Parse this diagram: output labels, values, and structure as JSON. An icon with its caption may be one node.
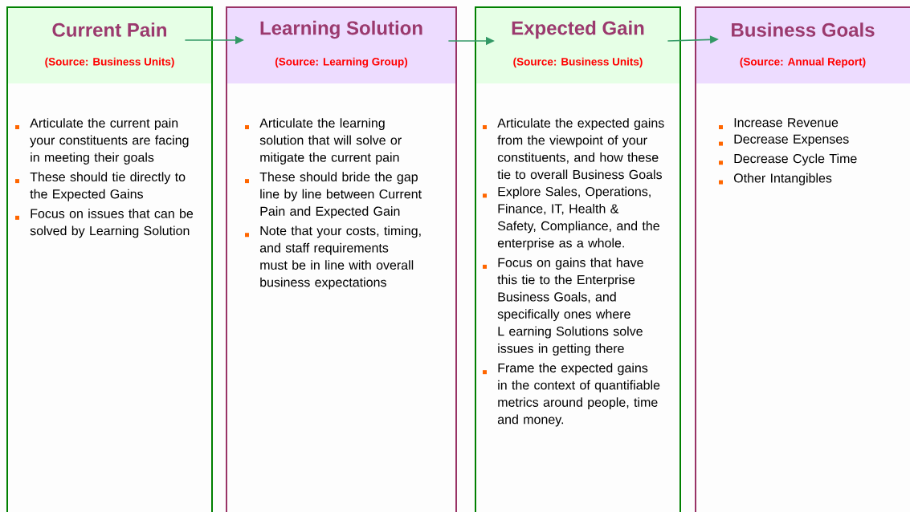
{
  "diagram": {
    "nodes": [
      {
        "text": [
          "Current Pain",
          "(Source: Business Units)",
          "Articulate the current pain your constituents are facing in meeting their goals",
          "These should tie directly to the Expected Gains",
          "Focus on issues that can be solved by Learning Solution"
        ]
      },
      {
        "text": [
          "Learning Solution",
          "(Source: Learning Group)",
          "Articulate the learning solution that will solve or mitigate the current pain",
          "These should bride the gap line by line between Current Pain and Expected Gain",
          "Note that your costs, timing, and staff requirements must be in line with overall business expectations"
        ]
      },
      {
        "text": [
          "Expected Gain",
          "(Source: Business Units)",
          "Articulate the expected gains from the viewpoint of your constituents, and how these tie to overall Business Goals",
          "Explore Sales, Operations, Finance, IT, Health & Safety, Compliance, and the enterprise as a whole.",
          "Focus on gains that have this tie to the Enterprise Business Goals, and specifically ones where L earning Solutions solve issues in getting there",
          "Frame the expected gains in the context of quantifiable metrics around people, time and money."
        ]
      },
      {
        "text": [
          "Business Goals",
          "(Source: Annual Report)",
          "Increase Revenue",
          "Decrease Expenses",
          "Decrease Cycle Time",
          "Other Intangibles"
        ]
      }
    ],
    "edges": [
      {
        "from": 0,
        "to": 1,
        "arrow": "to"
      },
      {
        "from": 1,
        "to": 2,
        "arrow": "to"
      },
      {
        "from": 2,
        "to": 3,
        "arrow": "to"
      }
    ]
  }
}
